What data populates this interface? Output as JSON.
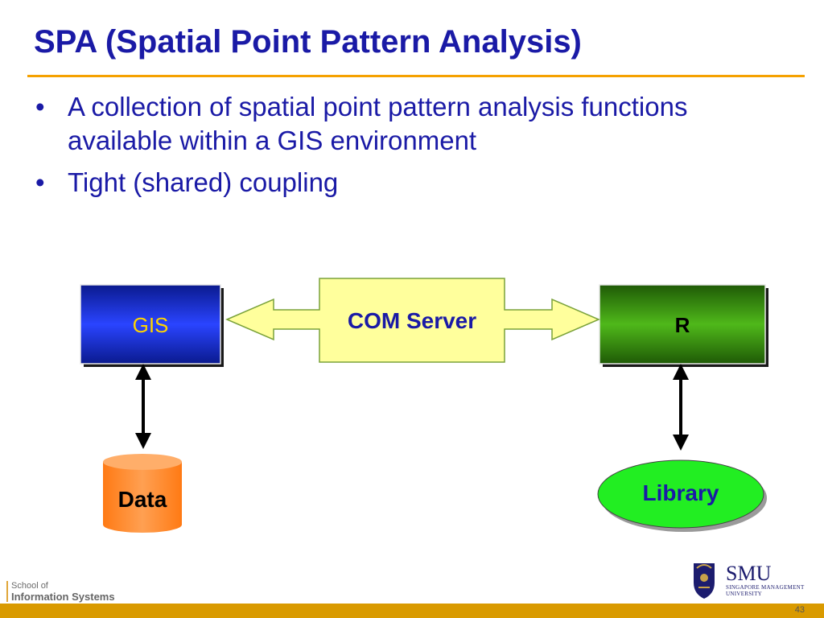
{
  "slide": {
    "title": "SPA (Spatial Point Pattern Analysis)",
    "bullets": [
      "A collection of spatial point pattern analysis functions available within a GIS environment",
      "Tight (shared) coupling"
    ],
    "bullet_glyph": "•",
    "page_number": "43"
  },
  "diagram": {
    "gis_label": "GIS",
    "com_label": "COM Server",
    "r_label": "R",
    "data_label": "Data",
    "library_label": "Library"
  },
  "footer": {
    "school_line1": "School of",
    "school_line2": "Information Systems",
    "smu_name": "SMU",
    "smu_sub1": "SINGAPORE MANAGEMENT",
    "smu_sub2": "UNIVERSITY"
  },
  "colors": {
    "title": "#1a1aa6",
    "accent_rule": "#f5a100",
    "gis_box": "#1a2fd6",
    "r_box": "#2f8a0c",
    "com_fill": "#ffff9c",
    "data_cylinder": "#ff8a2a",
    "library_ellipse": "#22ee22",
    "footer_bar": "#d99a00"
  }
}
